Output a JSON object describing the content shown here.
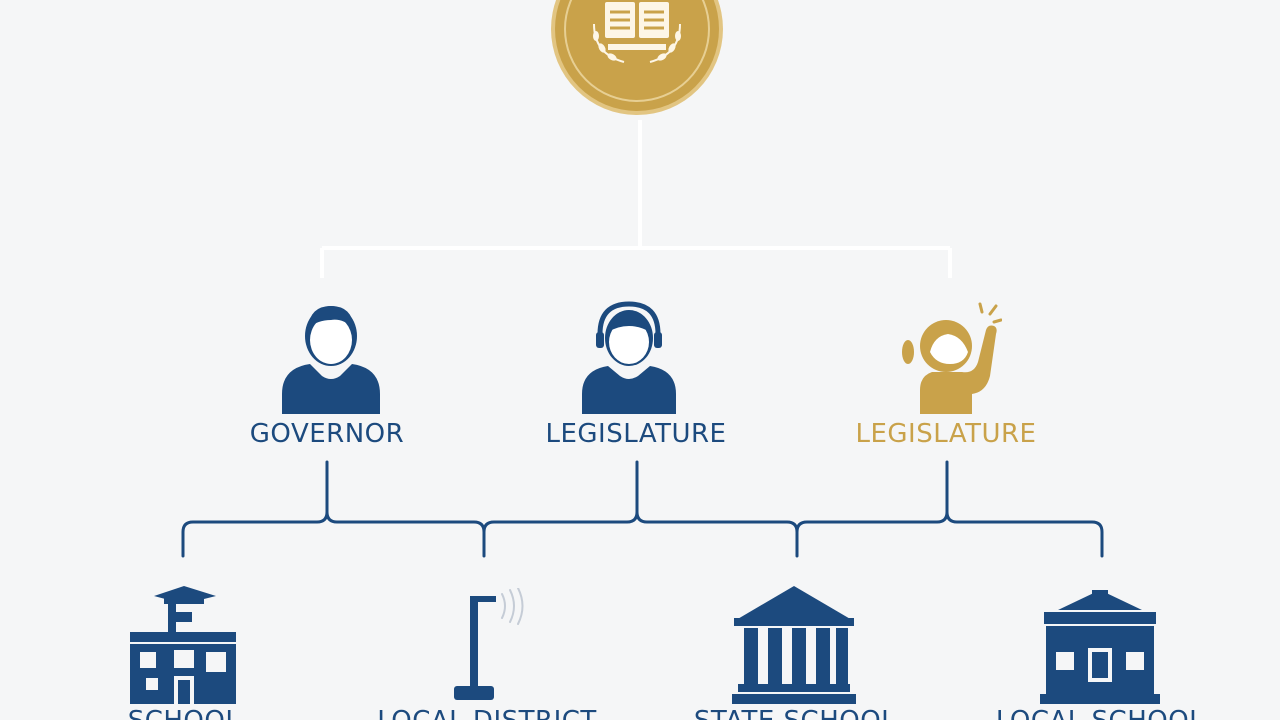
{
  "colors": {
    "navy": "#1c4a7e",
    "gold": "#c9a24a",
    "gold_dark": "#b8913c",
    "background": "#f5f6f7",
    "connector_light": "#ffffff"
  },
  "top": {
    "icon": "book-seal-icon"
  },
  "officials": [
    {
      "label": "GOVERNOR",
      "icon": "person-icon",
      "color": "#1c4a7e"
    },
    {
      "label": "LEGISLATURE",
      "icon": "person-headset-icon",
      "color": "#1c4a7e"
    },
    {
      "label": "LEGISLATURE",
      "icon": "raised-hand-child-icon",
      "color": "#c9a24a"
    }
  ],
  "institutions": [
    {
      "label": "SCHOOL",
      "icon": "school-building-icon"
    },
    {
      "label": "LOCAL DISTRICT",
      "icon": "radio-tower-icon"
    },
    {
      "label": "STATE SCHOOL",
      "icon": "government-building-icon"
    },
    {
      "label": "LOCAL SCHOOL",
      "icon": "schoolhouse-icon"
    }
  ]
}
